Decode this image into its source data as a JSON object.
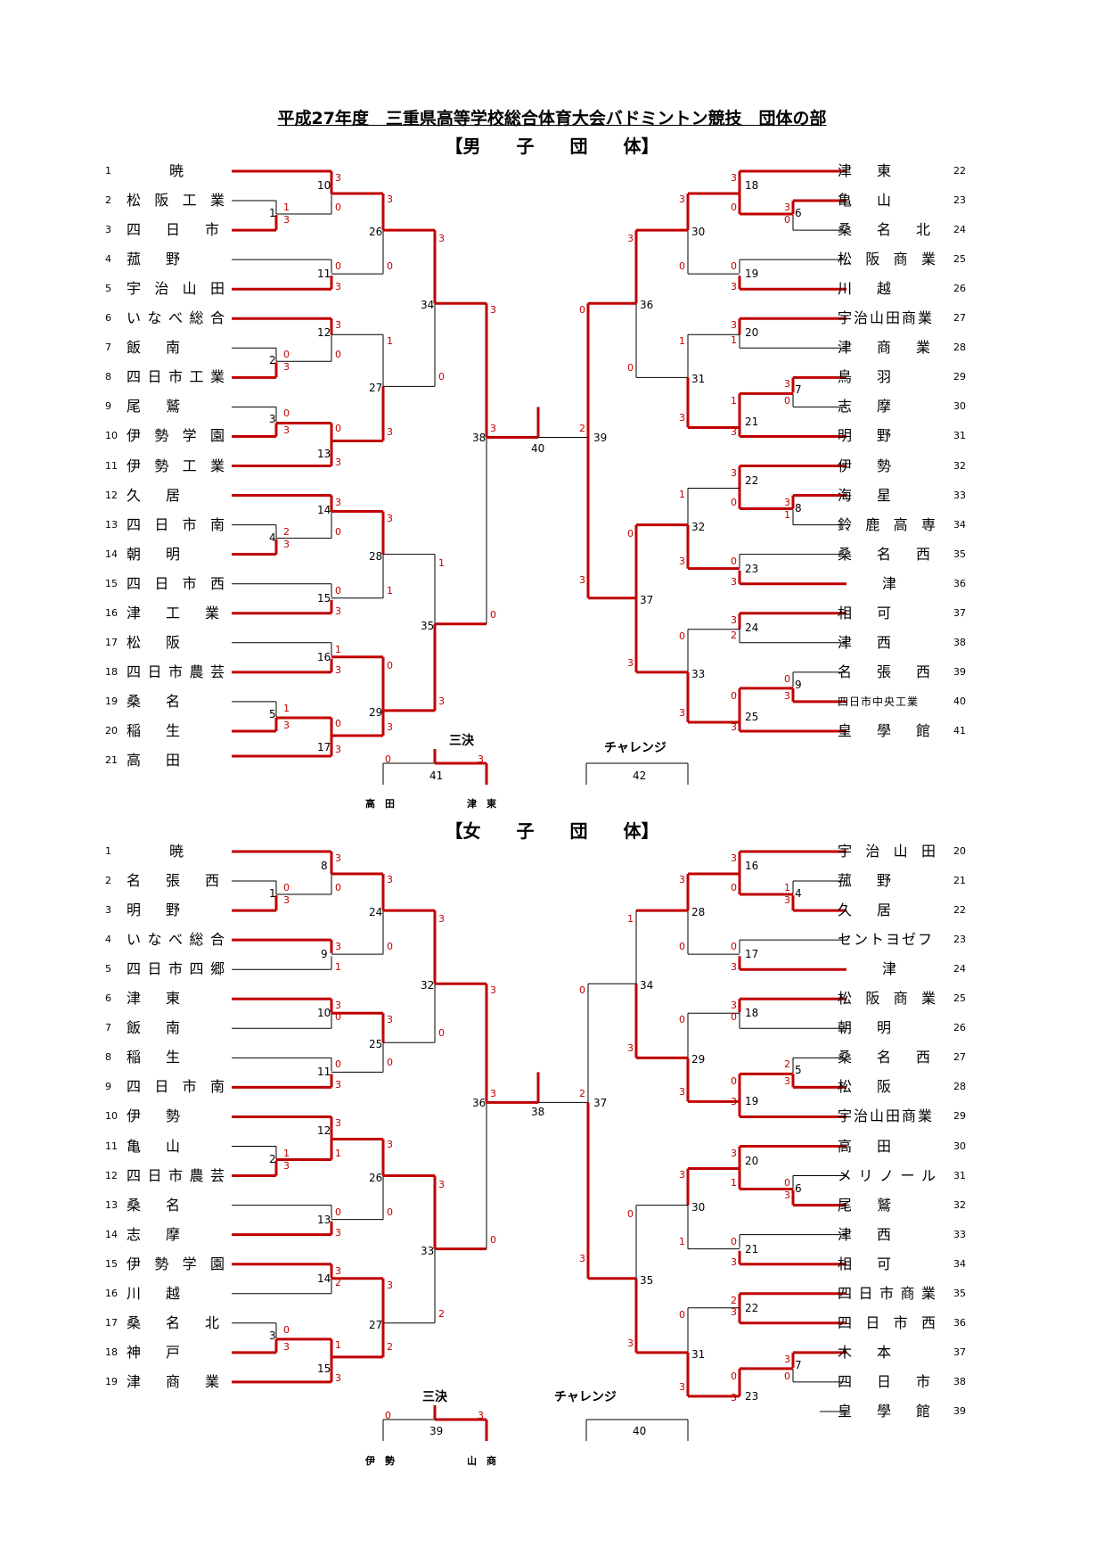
{
  "title": "平成27年度　三重県高等学校総合体育大会バドミントン競技　団体の部",
  "boys": {
    "header": "【男　　子　　団　　体】",
    "left_teams": [
      {
        "seed": "1",
        "name": "暁"
      },
      {
        "seed": "2",
        "name": "松阪工業"
      },
      {
        "seed": "3",
        "name": "四日市"
      },
      {
        "seed": "4",
        "name": "菰野"
      },
      {
        "seed": "5",
        "name": "宇治山田"
      },
      {
        "seed": "6",
        "name": "いなべ総合"
      },
      {
        "seed": "7",
        "name": "飯南"
      },
      {
        "seed": "8",
        "name": "四日市工業"
      },
      {
        "seed": "9",
        "name": "尾鷲"
      },
      {
        "seed": "10",
        "name": "伊勢学園"
      },
      {
        "seed": "11",
        "name": "伊勢工業"
      },
      {
        "seed": "12",
        "name": "久居"
      },
      {
        "seed": "13",
        "name": "四日市南"
      },
      {
        "seed": "14",
        "name": "朝明"
      },
      {
        "seed": "15",
        "name": "四日市西"
      },
      {
        "seed": "16",
        "name": "津工業"
      },
      {
        "seed": "17",
        "name": "松阪"
      },
      {
        "seed": "18",
        "name": "四日市農芸"
      },
      {
        "seed": "19",
        "name": "桑名"
      },
      {
        "seed": "20",
        "name": "稲生"
      },
      {
        "seed": "21",
        "name": "高田"
      }
    ],
    "right_teams": [
      {
        "seed": "22",
        "name": "津東"
      },
      {
        "seed": "23",
        "name": "亀山"
      },
      {
        "seed": "24",
        "name": "桑名北"
      },
      {
        "seed": "25",
        "name": "松阪商業"
      },
      {
        "seed": "26",
        "name": "川越"
      },
      {
        "seed": "27",
        "name": "宇治山田商業"
      },
      {
        "seed": "28",
        "name": "津商業"
      },
      {
        "seed": "29",
        "name": "鳥羽"
      },
      {
        "seed": "30",
        "name": "志摩"
      },
      {
        "seed": "31",
        "name": "明野"
      },
      {
        "seed": "32",
        "name": "伊勢"
      },
      {
        "seed": "33",
        "name": "海星"
      },
      {
        "seed": "34",
        "name": "鈴鹿高専"
      },
      {
        "seed": "35",
        "name": "桑名西"
      },
      {
        "seed": "36",
        "name": "津"
      },
      {
        "seed": "37",
        "name": "相可"
      },
      {
        "seed": "38",
        "name": "津西"
      },
      {
        "seed": "39",
        "name": "名張西"
      },
      {
        "seed": "40",
        "name": "四日市中央工業"
      },
      {
        "seed": "41",
        "name": "皇學館"
      }
    ],
    "third_place_label": "三決",
    "challenge_label": "チャレンジ",
    "third_place_match": "41",
    "challenge_match": "42",
    "third_place_scores": [
      "0",
      "3"
    ],
    "third_place_teams": [
      "高　田",
      "津　東"
    ]
  },
  "girls": {
    "header": "【女　　子　　団　　体】",
    "left_teams": [
      {
        "seed": "1",
        "name": "暁"
      },
      {
        "seed": "2",
        "name": "名張西"
      },
      {
        "seed": "3",
        "name": "明野"
      },
      {
        "seed": "4",
        "name": "いなべ総合"
      },
      {
        "seed": "5",
        "name": "四日市四郷"
      },
      {
        "seed": "6",
        "name": "津東"
      },
      {
        "seed": "7",
        "name": "飯南"
      },
      {
        "seed": "8",
        "name": "稲生"
      },
      {
        "seed": "9",
        "name": "四日市南"
      },
      {
        "seed": "10",
        "name": "伊勢"
      },
      {
        "seed": "11",
        "name": "亀山"
      },
      {
        "seed": "12",
        "name": "四日市農芸"
      },
      {
        "seed": "13",
        "name": "桑名"
      },
      {
        "seed": "14",
        "name": "志摩"
      },
      {
        "seed": "15",
        "name": "伊勢学園"
      },
      {
        "seed": "16",
        "name": "川越"
      },
      {
        "seed": "17",
        "name": "桑名北"
      },
      {
        "seed": "18",
        "name": "神戸"
      },
      {
        "seed": "19",
        "name": "津商業"
      }
    ],
    "right_teams": [
      {
        "seed": "20",
        "name": "宇治山田"
      },
      {
        "seed": "21",
        "name": "菰野"
      },
      {
        "seed": "22",
        "name": "久居"
      },
      {
        "seed": "23",
        "name": "セントヨゼフ"
      },
      {
        "seed": "24",
        "name": "津"
      },
      {
        "seed": "25",
        "name": "松阪商業"
      },
      {
        "seed": "26",
        "name": "朝明"
      },
      {
        "seed": "27",
        "name": "桑名西"
      },
      {
        "seed": "28",
        "name": "松阪"
      },
      {
        "seed": "29",
        "name": "宇治山田商業"
      },
      {
        "seed": "30",
        "name": "高田"
      },
      {
        "seed": "31",
        "name": "メリノール"
      },
      {
        "seed": "32",
        "name": "尾鷲"
      },
      {
        "seed": "33",
        "name": "津西"
      },
      {
        "seed": "34",
        "name": "相可"
      },
      {
        "seed": "35",
        "name": "四日市商業"
      },
      {
        "seed": "36",
        "name": "四日市西"
      },
      {
        "seed": "37",
        "name": "木本"
      },
      {
        "seed": "38",
        "name": "四日市"
      },
      {
        "seed": "39",
        "name": "皇學館"
      }
    ],
    "third_place_label": "三決",
    "challenge_label": "チャレンジ",
    "third_place_match": "39",
    "challenge_match": "40",
    "third_place_scores": [
      "0",
      "3"
    ],
    "third_place_teams": [
      "伊　勢",
      "山　商"
    ]
  },
  "accent_color": "#c00000",
  "line_color": "#000000"
}
